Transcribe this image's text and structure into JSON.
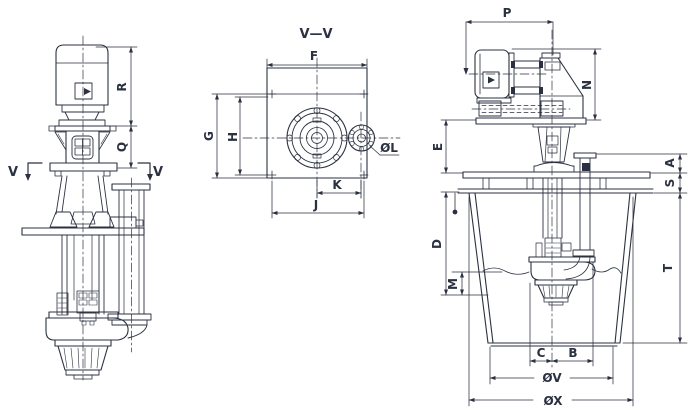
{
  "drawing": {
    "section_title": "V—V",
    "colors": {
      "line": "#2b3140",
      "background": "#ffffff"
    },
    "views": {
      "front": {
        "name": "front-elevation-view"
      },
      "section": {
        "name": "plan-section-view"
      },
      "side": {
        "name": "side-installation-view"
      }
    },
    "dimensions": {
      "front": {
        "R": "R",
        "Q": "Q",
        "V_left": "V",
        "V_right": "V"
      },
      "section": {
        "F": "F",
        "G": "G",
        "H": "H",
        "K": "K",
        "J": "J",
        "L": "ØL"
      },
      "side": {
        "P": "P",
        "N": "N",
        "E": "E",
        "A": "A",
        "S": "S",
        "D": "D",
        "M": "M",
        "T": "T",
        "C": "C",
        "B": "B",
        "V": "ØV",
        "X": "ØX"
      }
    }
  }
}
